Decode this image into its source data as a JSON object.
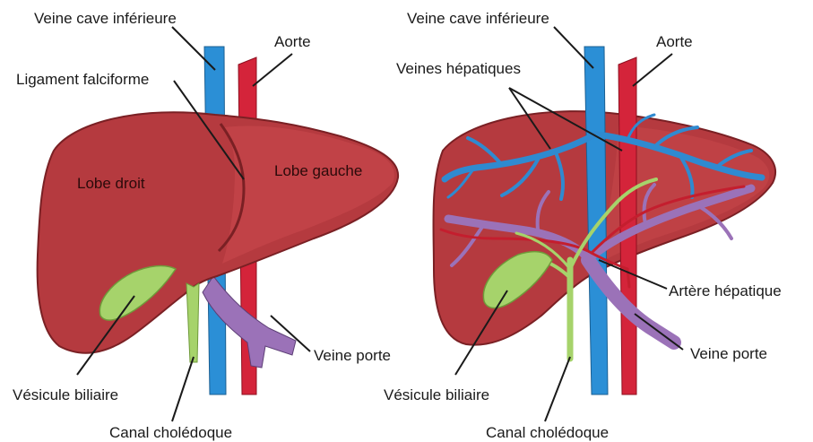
{
  "left_diagram": {
    "veine_cave": "Veine cave inférieure",
    "aorte": "Aorte",
    "ligament": "Ligament falciforme",
    "lobe_droit": "Lobe droit",
    "lobe_gauche": "Lobe gauche",
    "veine_porte": "Veine porte",
    "vesicule": "Vésicule biliaire",
    "canal": "Canal cholédoque"
  },
  "right_diagram": {
    "veine_cave": "Veine cave inférieure",
    "aorte": "Aorte",
    "veines_hepatiques": "Veines hépatiques",
    "artere": "Artère hépatique",
    "veine_porte": "Veine porte",
    "vesicule": "Vésicule biliaire",
    "canal": "Canal cholédoque"
  },
  "colors": {
    "liver": "#b53a3f",
    "liver_dark": "#8e2a2f",
    "liver_light": "#c9474c",
    "vena_cava": "#2b8fd6",
    "aorta": "#d4243a",
    "portal_vein": "#9b72b8",
    "bile": "#a6d36b",
    "hepatic_veins": "#2f8ad0",
    "hepatic_artery": "#c41e2e"
  }
}
